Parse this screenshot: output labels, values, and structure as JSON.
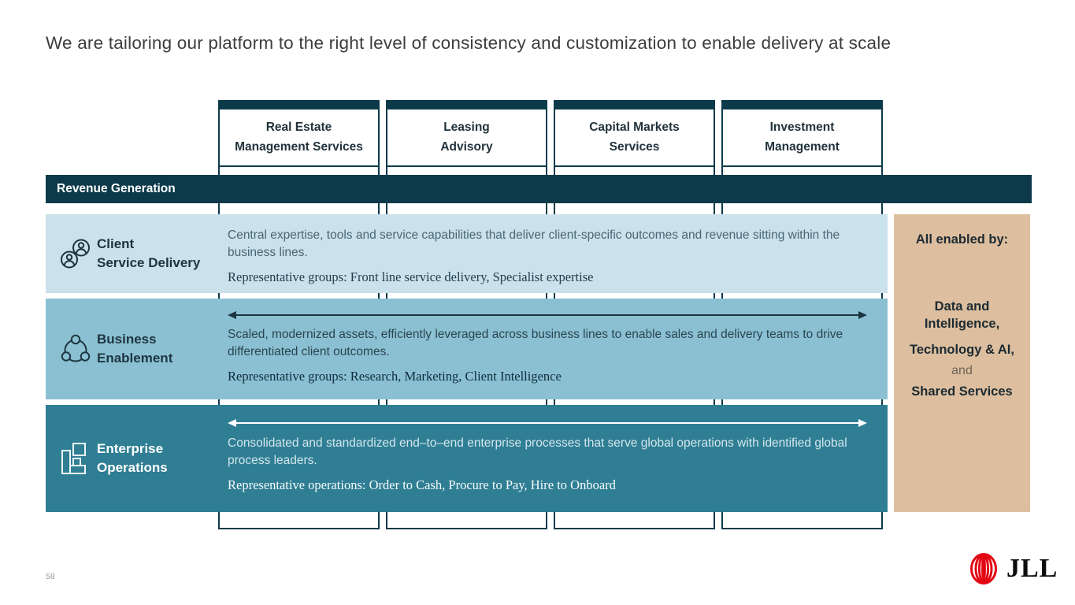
{
  "title": "We are tailoring our platform to the right level of consistency and customization to enable delivery at scale",
  "columns": [
    {
      "line1": "Real Estate",
      "line2": "Management Services"
    },
    {
      "line1": "Leasing",
      "line2": "Advisory"
    },
    {
      "line1": "Capital Markets",
      "line2": "Services"
    },
    {
      "line1": "Investment",
      "line2": "Management"
    }
  ],
  "revenue_bar": {
    "label": "Revenue Generation"
  },
  "rows": [
    {
      "icon": "people-icon",
      "label_line1": "Client",
      "label_line2": "Service Delivery",
      "description": "Central expertise, tools and service capabilities that deliver client-specific outcomes and revenue sitting within the business lines.",
      "representative": "Representative groups: Front line service delivery, Specialist expertise"
    },
    {
      "icon": "network-icon",
      "label_line1": "Business",
      "label_line2": "Enablement",
      "description": "Scaled, modernized assets, efficiently leveraged across business lines to enable sales and delivery teams to drive differentiated client outcomes.",
      "representative": "Representative groups: Research, Marketing, Client Intelligence"
    },
    {
      "icon": "blocks-icon",
      "label_line1": "Enterprise",
      "label_line2": "Operations",
      "description": "Consolidated and standardized end–to–end enterprise processes that serve global operations with identified global process leaders.",
      "representative": "Representative operations: Order to Cash, Procure to Pay, Hire to Onboard"
    }
  ],
  "sidebar": {
    "heading": "All enabled by:",
    "item_data": "Data and Intelligence,",
    "item_tech": "Technology & AI,",
    "item_and": "and",
    "item_shared": "Shared Services"
  },
  "footer": {
    "page_number": "58",
    "logo_text": "JLL"
  },
  "colors": {
    "dark_navy": "#0c3a4a",
    "row1_bg": "#cbe1eb",
    "row2_bg": "#8bc0d3",
    "row3_bg": "#2f7e94",
    "sidebar_bg": "#ddbf9f",
    "jll_red": "#e30613"
  }
}
